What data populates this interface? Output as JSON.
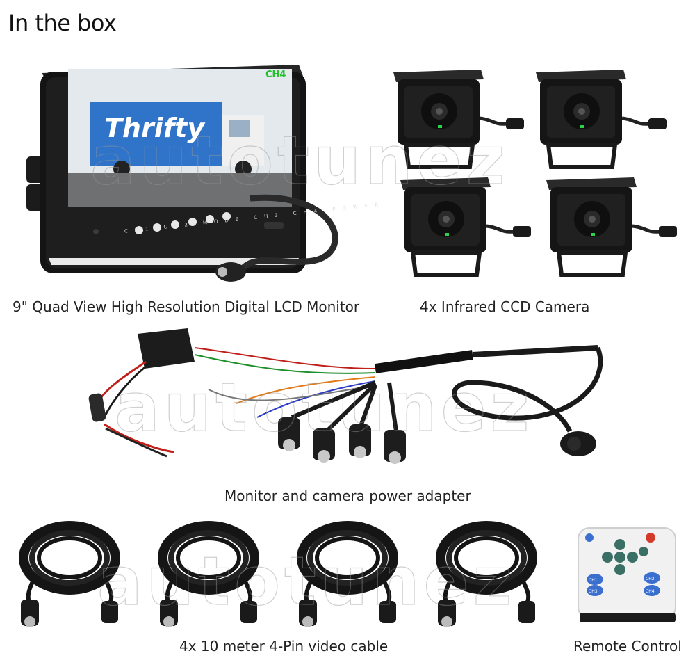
{
  "heading": "In the box",
  "watermark": "autotunez",
  "monitor": {
    "caption": "9\" Quad View High Resolution Digital LCD Monitor",
    "channel_label": "CH4",
    "screen_text": "Thrifty",
    "buttons": [
      "CH1",
      "CH2",
      "MODE",
      "CH3",
      "CH4",
      "POWER"
    ]
  },
  "cameras": {
    "caption": "4x Infrared CCD Camera"
  },
  "adapter": {
    "caption": "Monitor and camera power adapter"
  },
  "cables": {
    "caption": "4x 10 meter 4-Pin video cable"
  },
  "remote": {
    "caption": "Remote Control",
    "buttons": [
      "CH1",
      "CH2",
      "CH3",
      "CH4"
    ]
  },
  "colors": {
    "screen_sky": "#2f74c8",
    "power_button": "#d23a2a",
    "remote_blue": "#3a6fd0",
    "channel_green": "#22c22a"
  }
}
